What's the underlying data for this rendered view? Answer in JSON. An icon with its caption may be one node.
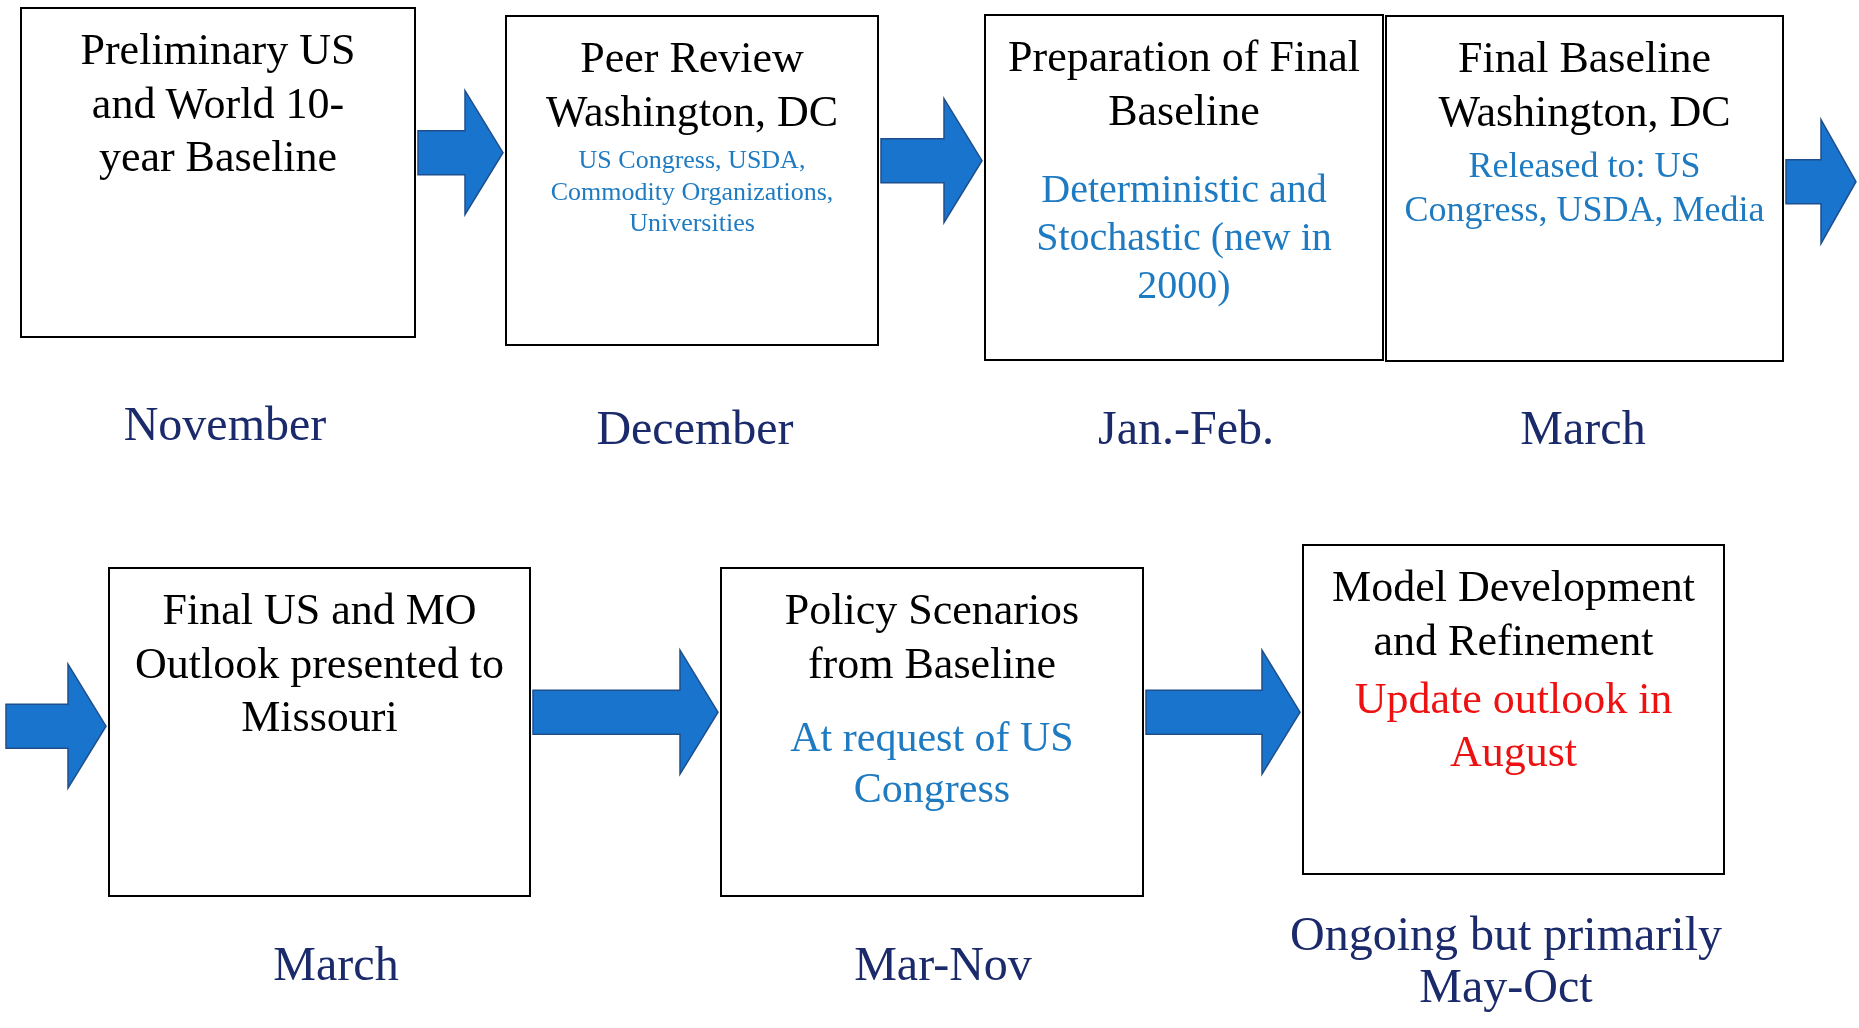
{
  "diagram": {
    "nodes": [
      {
        "text": [
          "Preliminary US and World 10-year Baseline"
        ],
        "beside": [
          "November"
        ]
      },
      {
        "text": [
          "Peer Review Washington, DC",
          "US Congress, USDA, Commodity Organizations, Universities"
        ],
        "beside": [
          "December"
        ]
      },
      {
        "text": [
          "Preparation of Final Baseline",
          "Deterministic and Stochastic (new in 2000)"
        ],
        "beside": [
          "Jan.-Feb."
        ]
      },
      {
        "text": [
          "Final Baseline Washington, DC",
          "Released to: US Congress, USDA, Media"
        ],
        "beside": [
          "March"
        ]
      },
      {
        "text": [
          "Final US and MO Outlook presented to Missouri"
        ],
        "beside": [
          "March"
        ]
      },
      {
        "text": [
          "Policy Scenarios from Baseline",
          "At request of US Congress"
        ],
        "beside": [
          "Mar-Nov"
        ]
      },
      {
        "text": [
          "Model Development and Refinement",
          "Update outlook in August"
        ],
        "beside": [
          "Ongoing but primarily May-Oct"
        ]
      }
    ],
    "edges": [
      {
        "from": 0,
        "to": 1,
        "arrow": "to"
      },
      {
        "from": 1,
        "to": 2,
        "arrow": "to"
      },
      {
        "from": 3,
        "to": null,
        "arrow": "to"
      },
      {
        "from": null,
        "to": 4,
        "arrow": "to"
      },
      {
        "from": 4,
        "to": 5,
        "arrow": "to"
      },
      {
        "from": 5,
        "to": 6,
        "arrow": "to"
      }
    ]
  }
}
